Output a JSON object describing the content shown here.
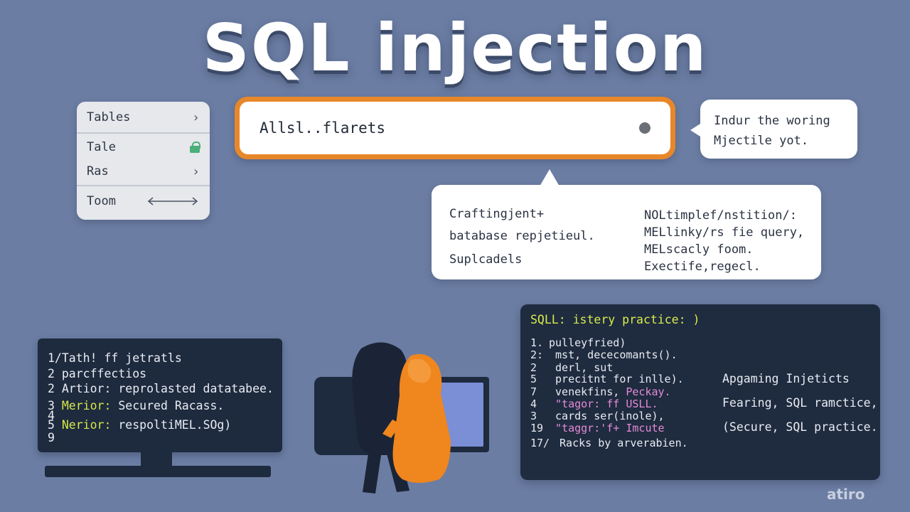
{
  "title": "SQL injection",
  "menu": {
    "items": [
      {
        "label": "Tables",
        "icon": "chevron-right-icon",
        "glyph": "›"
      },
      {
        "label": "Tale",
        "icon": "lock-icon"
      },
      {
        "label": "Ras",
        "icon": "chevron-right-icon",
        "glyph": "›"
      },
      {
        "label": "Toom",
        "icon": "double-arrow-icon"
      }
    ]
  },
  "search": {
    "value": "Allsl..flarets"
  },
  "bubble_top": {
    "lines": [
      "Indur the woring",
      "Mjectile yot."
    ]
  },
  "bubble_main": {
    "left": [
      "Craftingjent+",
      "batabase repjetieul.",
      "Suplcadels"
    ],
    "right": [
      "NOLtimplef/nstition/:",
      "MELlinky/rs fie query,",
      "MELscacly foom.",
      "Exectife,regecl."
    ]
  },
  "monitor": {
    "lines": [
      {
        "num": "1/",
        "kw": "",
        "text": "Tath! ff jetratls"
      },
      {
        "num": "2",
        "kw": "",
        "text": "parcffectios"
      },
      {
        "num": "2",
        "kw": "",
        "text": "Artior: reprolasted datatabee."
      },
      {
        "num": "3",
        "kw": "Merior:",
        "text": "Secured Racass."
      },
      {
        "num": "4",
        "kw": "",
        "text": ""
      },
      {
        "num": "5",
        "kw": "Nerior:",
        "text": "respoltiMEL.SOg)"
      },
      {
        "num": "9",
        "kw": "",
        "text": ""
      }
    ]
  },
  "code_panel": {
    "header": "SQLL: istery practice: )",
    "lines": [
      {
        "num": "1.",
        "text": "pulleyfried)",
        "pink": ""
      },
      {
        "num": "2:",
        "text": "  mst, dececomants().",
        "pink": ""
      },
      {
        "num": "2",
        "text": " derl, sut",
        "pink": ""
      },
      {
        "num": "5",
        "text": "  precitnt for inlle).",
        "pink": ""
      },
      {
        "num": "7",
        "text": " venekfins, ",
        "pink": "Peckay."
      },
      {
        "num": "4",
        "text": "",
        "pink": "    \"tagor: ff USLL."
      },
      {
        "num": "3",
        "text": " cards ser(inole),",
        "pink": ""
      },
      {
        "num": "19",
        "text": "",
        "pink": "  \"taggr:'f+ Imcute"
      },
      {
        "num": "17/",
        "text": " Racks by arverabien.",
        "pink": ""
      }
    ],
    "right": [
      "Apgaming Injeticts",
      "Fearing, SQL ramctice,",
      "(Secure, SQL practice."
    ]
  },
  "watermark": "atiro",
  "colors": {
    "background": "#6b7da3",
    "search_border": "#e8872a",
    "panel": "#1f2b3f",
    "keyword": "#d6e84a",
    "pink": "#e38bd6",
    "lock": "#4caf7a"
  }
}
